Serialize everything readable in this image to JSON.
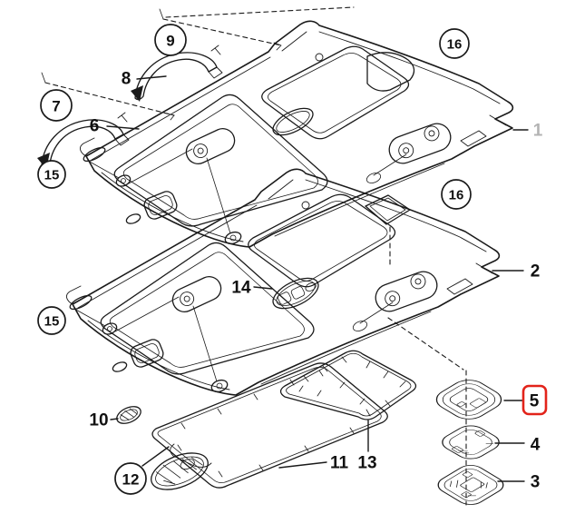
{
  "diagram": {
    "type": "exploded-parts-diagram",
    "subject": "Roof trim / headliner panels with sunroof frames, grab handles and interior light bezels",
    "background_color": "#ffffff",
    "line_color": "#1a1a1a",
    "highlight_color": "#e2231a",
    "muted_label_color": "#b3b3b3",
    "highlighted_callout": "5",
    "callouts": [
      {
        "id": "9",
        "label": "9",
        "style": "circled"
      },
      {
        "id": "8",
        "label": "8",
        "style": "plain"
      },
      {
        "id": "7",
        "label": "7",
        "style": "circled"
      },
      {
        "id": "6",
        "label": "6",
        "style": "plain"
      },
      {
        "id": "15a",
        "label": "15",
        "style": "circled"
      },
      {
        "id": "16a",
        "label": "16",
        "style": "circled"
      },
      {
        "id": "1",
        "label": "1",
        "style": "plain-muted"
      },
      {
        "id": "16b",
        "label": "16",
        "style": "circled"
      },
      {
        "id": "2",
        "label": "2",
        "style": "plain"
      },
      {
        "id": "14",
        "label": "14",
        "style": "plain"
      },
      {
        "id": "15b",
        "label": "15",
        "style": "circled"
      },
      {
        "id": "10",
        "label": "10",
        "style": "plain"
      },
      {
        "id": "12",
        "label": "12",
        "style": "circled"
      },
      {
        "id": "11",
        "label": "11",
        "style": "plain"
      },
      {
        "id": "13",
        "label": "13",
        "style": "plain"
      },
      {
        "id": "5",
        "label": "5",
        "style": "plain-highlighted"
      },
      {
        "id": "4",
        "label": "4",
        "style": "plain"
      },
      {
        "id": "3",
        "label": "3",
        "style": "plain"
      }
    ]
  }
}
